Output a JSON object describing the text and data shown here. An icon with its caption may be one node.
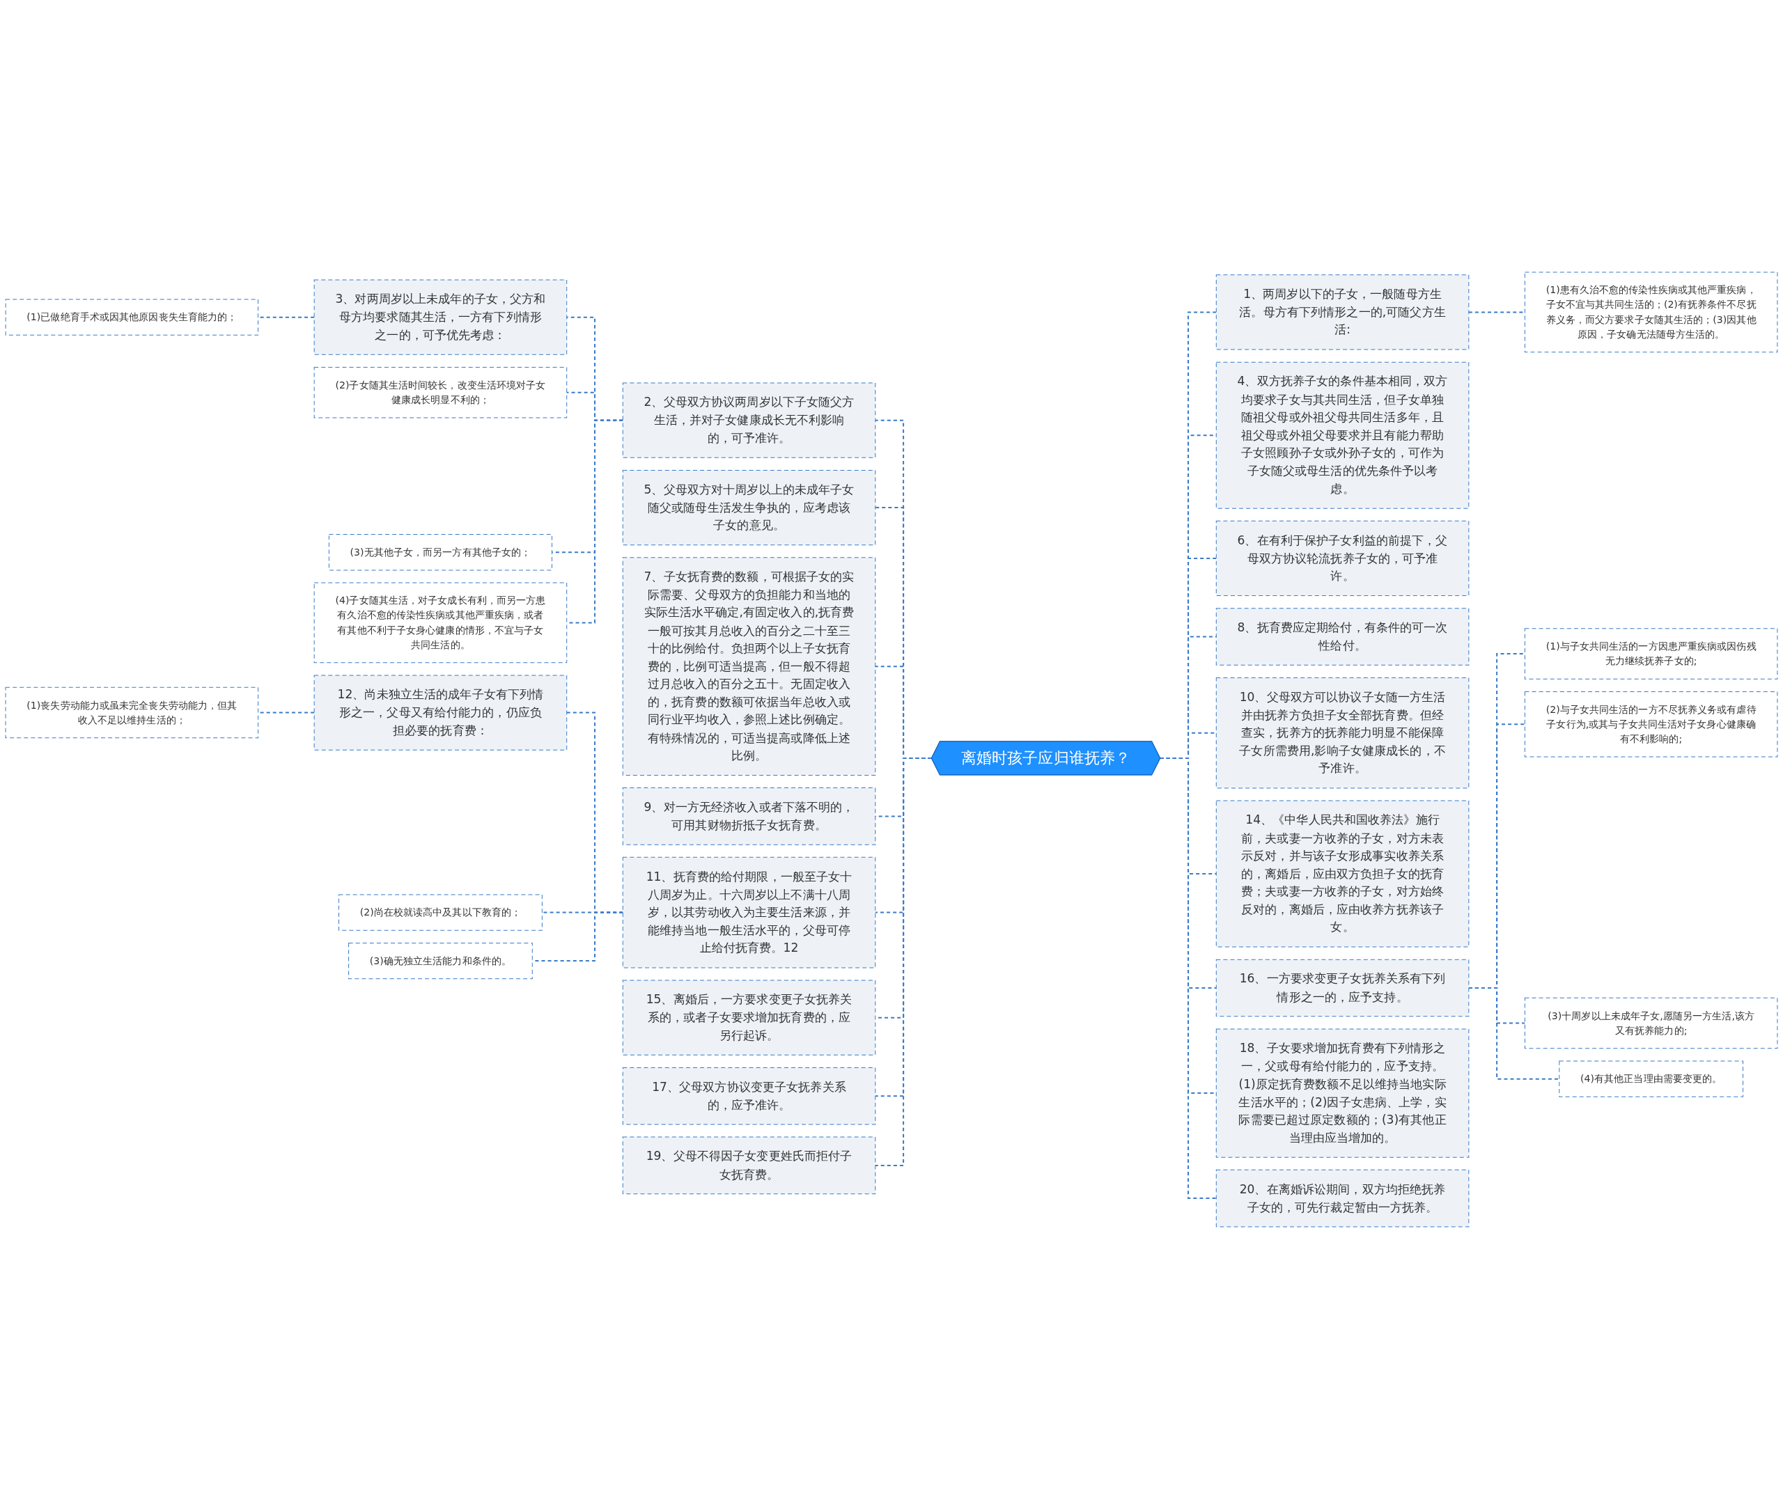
{
  "diagram": {
    "nodes": [
      {
        "text": [
          "离婚时孩子应归谁抚养？"
        ]
      },
      {
        "text": [
          "2、父母双方协议两周岁以下子女随父方生活，并对子女健康成长无不利影响的，可予准许。"
        ]
      },
      {
        "text": [
          "3、对两周岁以上未成年的子女，父方和母方均要求随其生活，一方有下列情形之一的，可予优先考虑："
        ]
      },
      {
        "text": [
          "(1)已做绝育手术或因其他原因丧失生育能力的；"
        ]
      },
      {
        "text": [
          "(2)子女随其生活时间较长，改变生活环境对子女健康成长明显不利的；"
        ]
      },
      {
        "text": [
          "(3)无其他子女，而另一方有其他子女的；"
        ]
      },
      {
        "text": [
          "(4)子女随其生活，对子女成长有利，而另一方患有久治不愈的传染性疾病或其他严重疾病，或者有其他不利于子女身心健康的情形，不宜与子女共同生活的。"
        ]
      },
      {
        "text": [
          "5、父母双方对十周岁以上的未成年子女随父或随母生活发生争执的，应考虑该子女的意见。"
        ]
      },
      {
        "text": [
          "7、子女抚育费的数额，可根据子女的实际需要、父母双方的负担能力和当地的实际生活水平确定,有固定收入的,抚育费一般可按其月总收入的百分之二十至三十的比例给付。负担两个以上子女抚育费的，比例可适当提高，但一般不得超过月总收入的百分之五十。无固定收入的，抚育费的数额可依据当年总收入或同行业平均收入，参照上述比例确定。有特殊情况的，可适当提高或降低上述比例。"
        ]
      },
      {
        "text": [
          "9、对一方无经济收入或者下落不明的，可用其财物折抵子女抚育费。"
        ]
      },
      {
        "text": [
          "11、抚育费的给付期限，一般至子女十八周岁为止。十六周岁以上不满十八周岁，以其劳动收入为主要生活来源，并能维持当地一般生活水平的，父母可停止给付抚育费。12"
        ]
      },
      {
        "text": [
          "12、尚未独立生活的成年子女有下列情形之一，父母又有给付能力的，仍应负担必要的抚育费："
        ]
      },
      {
        "text": [
          "(1)丧失劳动能力或虽未完全丧失劳动能力，但其收入不足以维持生活的；"
        ]
      },
      {
        "text": [
          "(2)尚在校就读高中及其以下教育的；"
        ]
      },
      {
        "text": [
          "(3)确无独立生活能力和条件的。"
        ]
      },
      {
        "text": [
          "15、离婚后，一方要求变更子女抚养关系的，或者子女要求增加抚育费的，应另行起诉。"
        ]
      },
      {
        "text": [
          "17、父母双方协议变更子女抚养关系的，应予准许。"
        ]
      },
      {
        "text": [
          "19、父母不得因子女变更姓氏而拒付子女抚育费。"
        ]
      },
      {
        "text": [
          "1、两周岁以下的子女，一般随母方生活。母方有下列情形之一的,可随父方生活:"
        ]
      },
      {
        "text": [
          "(1)患有久治不愈的传染性疾病或其他严重疾病，子女不宜与其共同生活的；(2)有抚养条件不尽抚养义务，而父方要求子女随其生活的；(3)因其他原因，子女确无法随母方生活的。"
        ]
      },
      {
        "text": [
          "4、双方抚养子女的条件基本相同，双方均要求子女与其共同生活，但子女单独随祖父母或外祖父母共同生活多年，且祖父母或外祖父母要求并且有能力帮助子女照顾孙子女或外孙子女的，可作为子女随父或母生活的优先条件予以考虑。"
        ]
      },
      {
        "text": [
          "6、在有利于保护子女利益的前提下，父母双方协议轮流抚养子女的，可予准许。"
        ]
      },
      {
        "text": [
          "8、抚育费应定期给付，有条件的可一次性给付。"
        ]
      },
      {
        "text": [
          "10、父母双方可以协议子女随一方生活并由抚养方负担子女全部抚育费。但经查实，抚养方的抚养能力明显不能保障子女所需费用,影响子女健康成长的，不予准许。"
        ]
      },
      {
        "text": [
          "14、《中华人民共和国收养法》施行前，夫或妻一方收养的子女，对方未表示反对，并与该子女形成事实收养关系的，离婚后，应由双方负担子女的抚育费；夫或妻一方收养的子女，对方始终反对的，离婚后，应由收养方抚养该子女。"
        ]
      },
      {
        "text": [
          "16、一方要求变更子女抚养关系有下列情形之一的，应予支持。"
        ]
      },
      {
        "text": [
          "(1)与子女共同生活的一方因患严重疾病或因伤残无力继续抚养子女的;"
        ]
      },
      {
        "text": [
          "(2)与子女共同生活的一方不尽抚养义务或有虐待子女行为,或其与子女共同生活对子女身心健康确有不利影响的;"
        ]
      },
      {
        "text": [
          "(3)十周岁以上未成年子女,愿随另一方生活,该方又有抚养能力的;"
        ]
      },
      {
        "text": [
          "(4)有其他正当理由需要变更的。"
        ]
      },
      {
        "text": [
          "18、子女要求增加抚育费有下列情形之一，父或母有给付能力的，应予支持。(1)原定抚育费数额不足以维持当地实际生活水平的；(2)因子女患病、上学，实际需要已超过原定数额的；(3)有其他正当理由应当增加的。"
        ]
      },
      {
        "text": [
          "20、在离婚诉讼期间，双方均拒绝抚养子女的，可先行裁定暂由一方抚养。"
        ]
      }
    ],
    "edges": [
      {
        "from": 0,
        "to": 1,
        "arrow": "none",
        "style": "dashed"
      },
      {
        "from": 1,
        "to": 2,
        "arrow": "none",
        "style": "dashed"
      },
      {
        "from": 2,
        "to": 3,
        "arrow": "none",
        "style": "dashed"
      },
      {
        "from": 1,
        "to": 4,
        "arrow": "none",
        "style": "dashed"
      },
      {
        "from": 1,
        "to": 5,
        "arrow": "none",
        "style": "dashed"
      },
      {
        "from": 1,
        "to": 6,
        "arrow": "none",
        "style": "dashed"
      },
      {
        "from": 0,
        "to": 7,
        "arrow": "none",
        "style": "dashed"
      },
      {
        "from": 0,
        "to": 8,
        "arrow": "none",
        "style": "dashed"
      },
      {
        "from": 0,
        "to": 9,
        "arrow": "none",
        "style": "dashed"
      },
      {
        "from": 0,
        "to": 10,
        "arrow": "none",
        "style": "dashed"
      },
      {
        "from": 10,
        "to": 11,
        "arrow": "none",
        "style": "dashed"
      },
      {
        "from": 11,
        "to": 12,
        "arrow": "none",
        "style": "dashed"
      },
      {
        "from": 10,
        "to": 13,
        "arrow": "none",
        "style": "dashed"
      },
      {
        "from": 10,
        "to": 14,
        "arrow": "none",
        "style": "dashed"
      },
      {
        "from": 0,
        "to": 15,
        "arrow": "none",
        "style": "dashed"
      },
      {
        "from": 0,
        "to": 16,
        "arrow": "none",
        "style": "dashed"
      },
      {
        "from": 0,
        "to": 17,
        "arrow": "none",
        "style": "dashed"
      },
      {
        "from": 0,
        "to": 18,
        "arrow": "none",
        "style": "dashed"
      },
      {
        "from": 18,
        "to": 19,
        "arrow": "none",
        "style": "dashed"
      },
      {
        "from": 0,
        "to": 20,
        "arrow": "none",
        "style": "dashed"
      },
      {
        "from": 0,
        "to": 21,
        "arrow": "none",
        "style": "dashed"
      },
      {
        "from": 0,
        "to": 22,
        "arrow": "none",
        "style": "dashed"
      },
      {
        "from": 0,
        "to": 23,
        "arrow": "none",
        "style": "dashed"
      },
      {
        "from": 0,
        "to": 24,
        "arrow": "none",
        "style": "dashed"
      },
      {
        "from": 0,
        "to": 25,
        "arrow": "none",
        "style": "dashed"
      },
      {
        "from": 25,
        "to": 26,
        "arrow": "none",
        "style": "dashed"
      },
      {
        "from": 25,
        "to": 27,
        "arrow": "none",
        "style": "dashed"
      },
      {
        "from": 25,
        "to": 28,
        "arrow": "none",
        "style": "dashed"
      },
      {
        "from": 25,
        "to": 29,
        "arrow": "none",
        "style": "dashed"
      },
      {
        "from": 0,
        "to": 30,
        "arrow": "none",
        "style": "dashed"
      },
      {
        "from": 0,
        "to": 31,
        "arrow": "none",
        "style": "dashed"
      }
    ]
  }
}
